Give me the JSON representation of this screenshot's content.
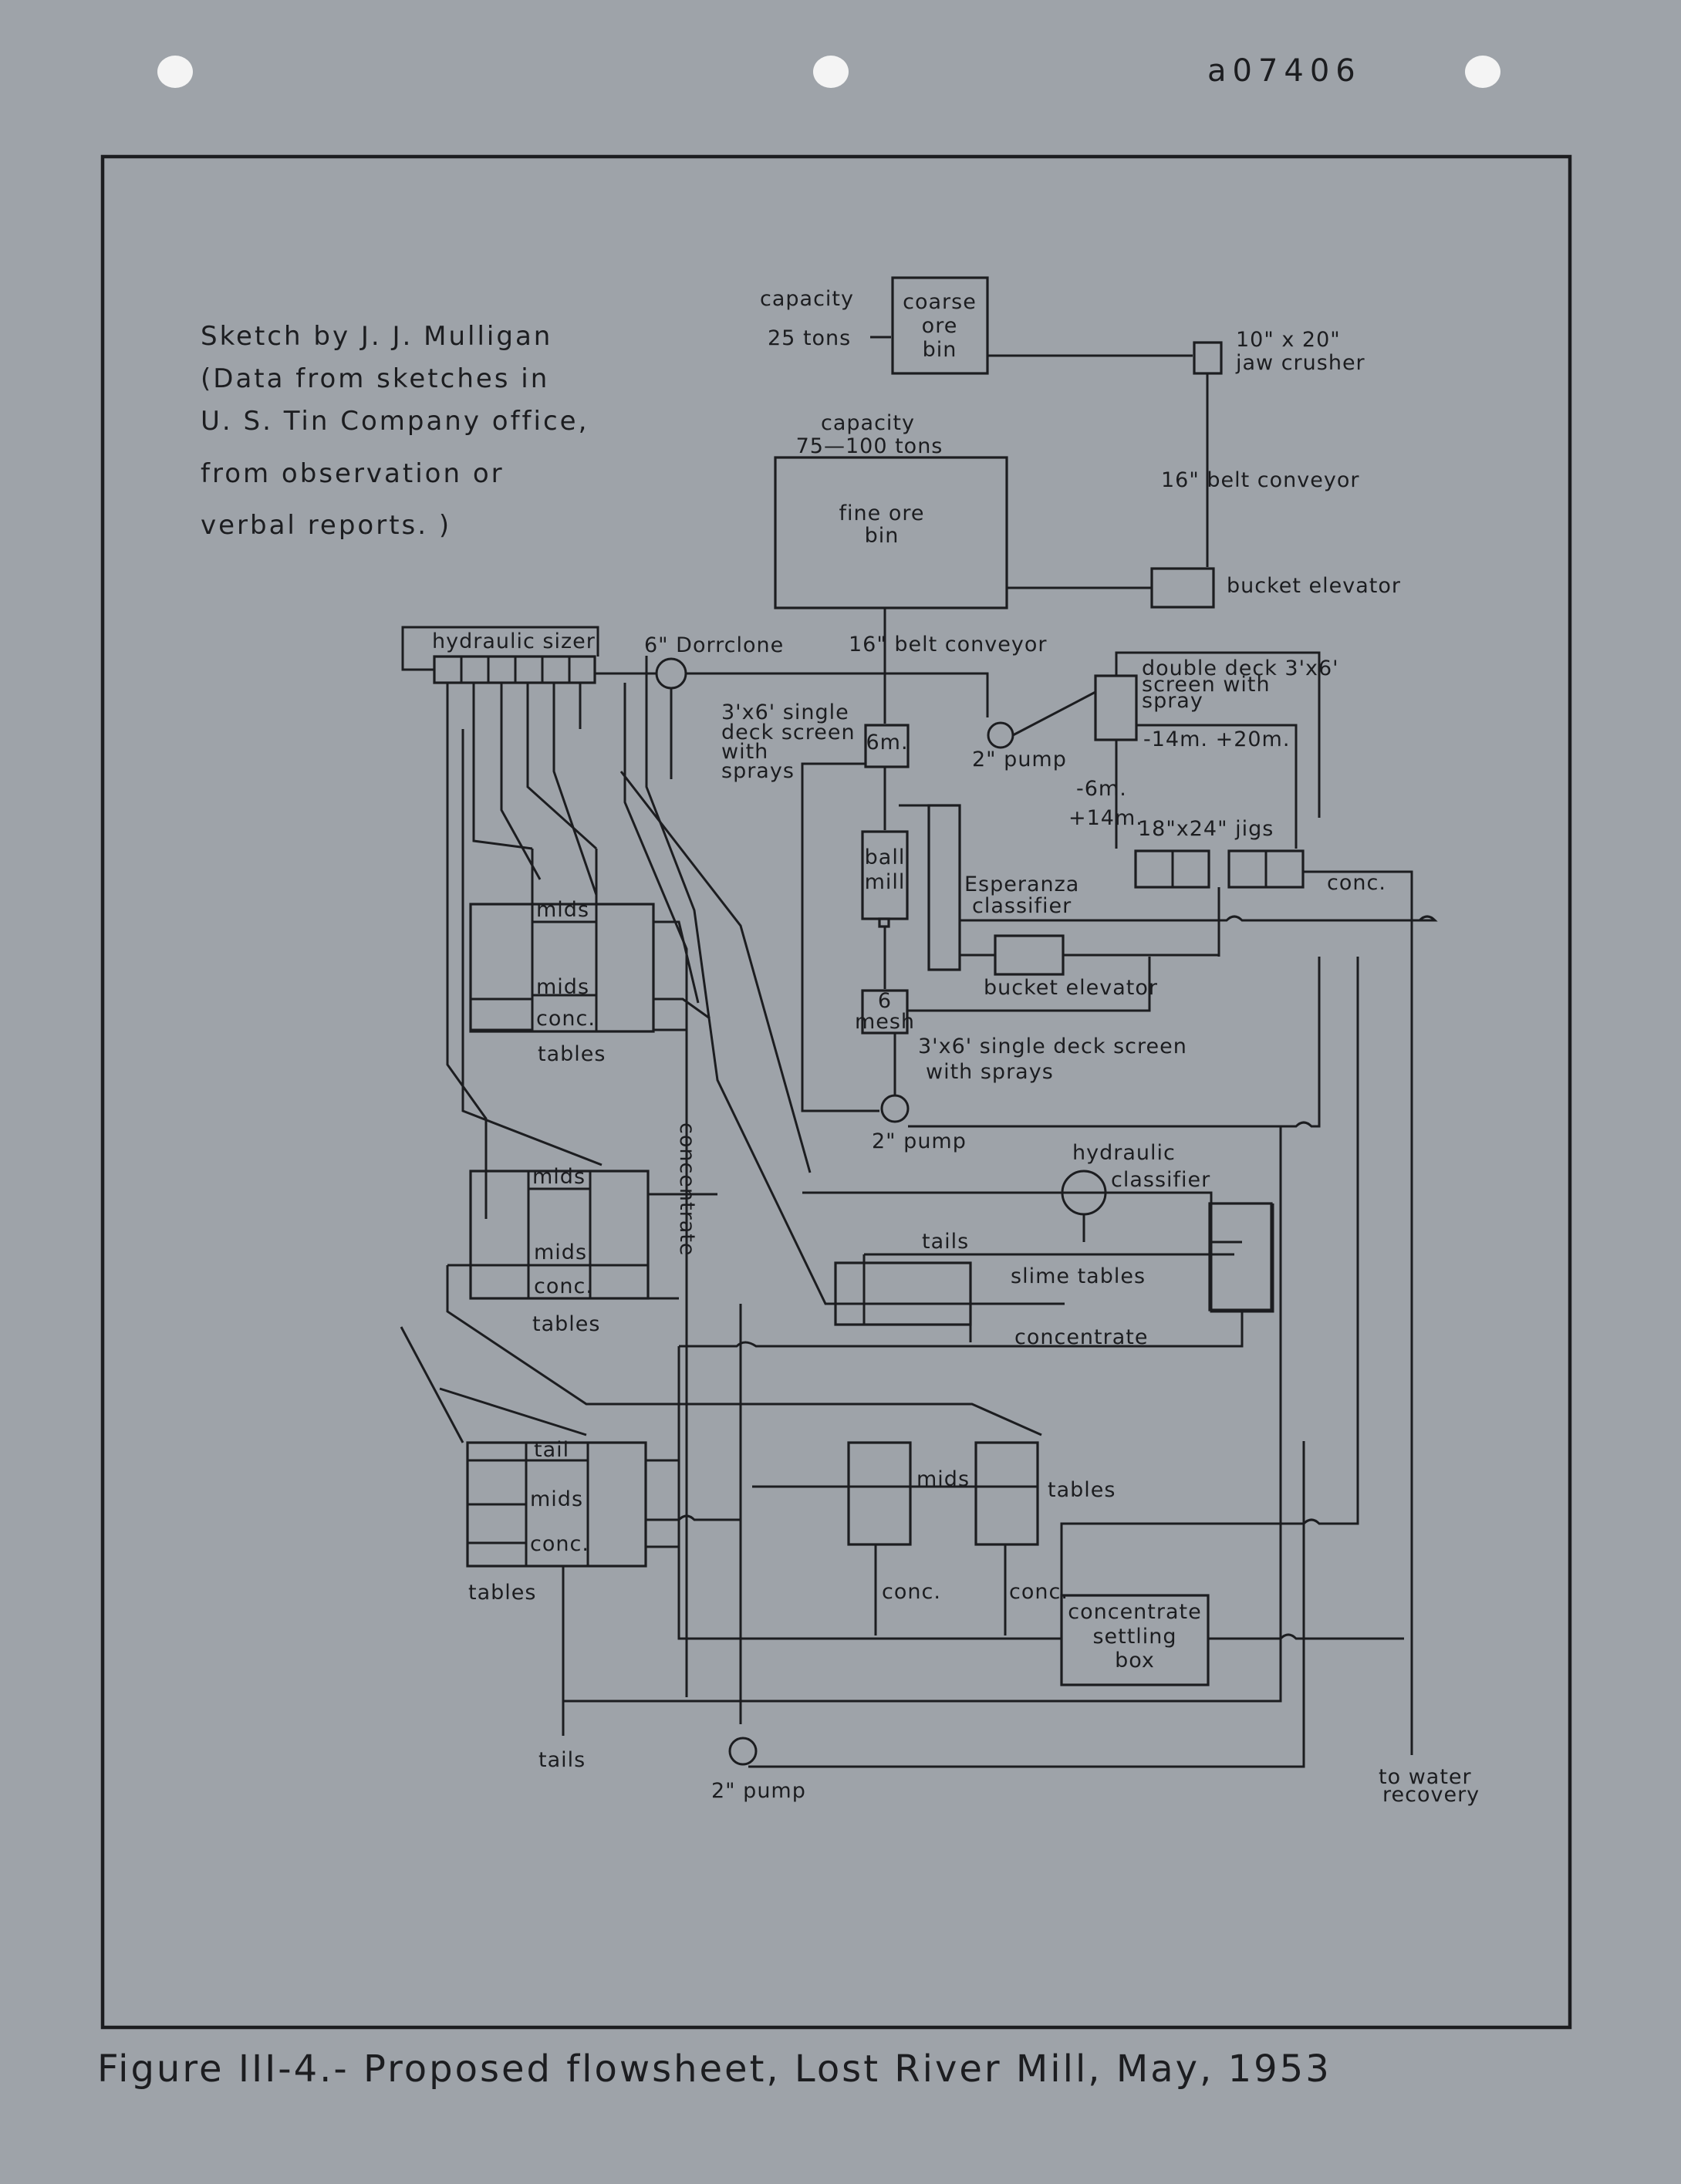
{
  "document_number": "a07406",
  "figure_caption": "Figure III-4.- Proposed flowsheet, Lost River Mill, May, 1953",
  "sketch_note": [
    "Sketch by J. J. Mulligan",
    "(Data from sketches in",
    "U. S. Tin Company office,",
    "from observation or",
    "verbal reports. )"
  ],
  "labels": {
    "capacity_coarse": "capacity",
    "tons_25": "25 tons",
    "coarse_bin_1": "coarse",
    "coarse_bin_2": "ore",
    "coarse_bin_3": "bin",
    "jaw_1": "10\" x 20\"",
    "jaw_2": "jaw crusher",
    "capacity_fine": "capacity",
    "tons_fine": "75—100 tons",
    "fine_bin_1": "fine ore",
    "fine_bin_2": "bin",
    "belt_conv_1": "16\" belt conveyor",
    "bucket_elev_1": "bucket elevator",
    "belt_conv_2": "16\" belt conveyor",
    "hydraulic_sizer": "hydraulic sizer",
    "dorrclone": "6\" Dorrclone",
    "screen1_1": "3'x6' single",
    "screen1_2": "deck screen",
    "screen1_3": "with",
    "screen1_4": "sprays",
    "six_m": "6m.",
    "pump_top": "2\" pump",
    "dd_1": "double deck 3'x6'",
    "dd_2": "screen with",
    "dd_3": "spray",
    "mesh_14_20": "-14m. +20m.",
    "mesh_6": "-6m.",
    "mesh_14": "+14m.",
    "jigs": "18\"x24\" jigs",
    "conc_jig": "conc.",
    "ball_1": "ball",
    "ball_2": "mill",
    "esperanza_1": "Esperanza",
    "esperanza_2": "classifier",
    "bucket_elev_2": "bucket elevator",
    "six_mesh_1": "6",
    "six_mesh_2": "mesh",
    "screen2_1": "3'x6' single deck screen",
    "screen2_2": "with sprays",
    "pump_mid": "2\" pump",
    "mids_a1": "mids",
    "mids_a2": "mids",
    "conc_a": "conc.",
    "tables_a": "tables",
    "concentrate_vert": "concentrate",
    "mids_b1": "mids",
    "mids_b2": "mids",
    "conc_b": "conc.",
    "tables_b": "tables",
    "hydro_class_1": "hydraulic",
    "hydro_class_2": "classifier",
    "tails_slime": "tails",
    "slime_tables": "slime tables",
    "concentrate_h": "concentrate",
    "tail_c": "tail",
    "mids_c": "mids",
    "conc_c": "conc.",
    "tables_c": "tables",
    "mids_d": "mids",
    "tables_d": "tables",
    "conc_d1": "conc.",
    "conc_d2": "conc.",
    "settle_1": "concentrate",
    "settle_2": "settling",
    "settle_3": "box",
    "tails_out": "tails",
    "pump_bottom": "2\" pump",
    "water_1": "to water",
    "water_2": "recovery"
  }
}
